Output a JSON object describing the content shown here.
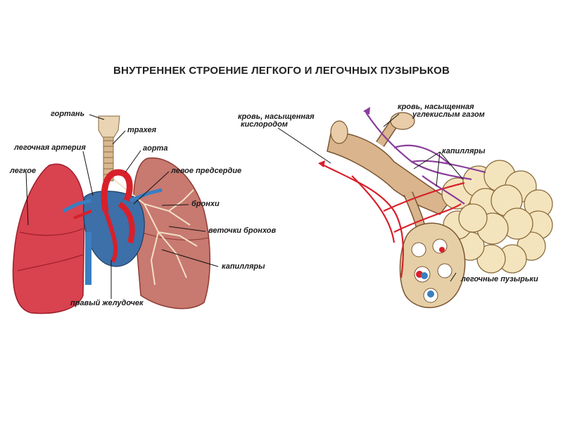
{
  "title": "ВНУТРЕННЕК СТРОЕНИЕ ЛЕГКОГО И ЛЕГОЧНЫХ ПУЗЫРЬКОВ",
  "left_labels": {
    "larynx": "гортань",
    "trachea": "трахея",
    "pulmonary_artery": "легочная артерия",
    "aorta": "аорта",
    "lung": "легкое",
    "left_atrium": "левое предсердие",
    "bronchi": "бронхи",
    "bronchioles": "веточки бронхов",
    "capillaries": "капилляры",
    "right_ventricle": "правый желудочек"
  },
  "right_labels": {
    "oxygenated_blood_1": "кровь, насыщенная",
    "oxygenated_blood_2": "кислородом",
    "co2_blood_1": "кровь, насыщенная",
    "co2_blood_2": "углекислым газом",
    "capillaries": "капилляры",
    "alveoli": "легочные пузырьки"
  },
  "colors": {
    "lung": "#d9424f",
    "lung_dark": "#b52b38",
    "artery": "#d8202a",
    "vein": "#3a7fc0",
    "tissue": "#e8c9a3",
    "capillary_purple": "#8a3d9a"
  }
}
